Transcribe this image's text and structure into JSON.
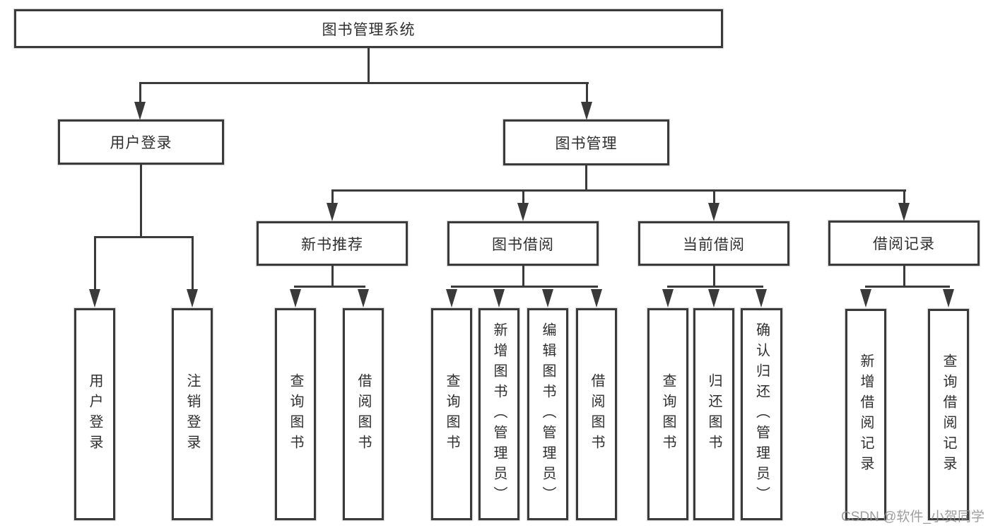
{
  "tree": {
    "root": {
      "label": "图书管理系统"
    },
    "branches": [
      {
        "label": "用户登录",
        "children": [
          {
            "label": "用户登录"
          },
          {
            "label": "注销登录"
          }
        ]
      },
      {
        "label": "图书管理",
        "children": [
          {
            "label": "新书推荐",
            "children": [
              {
                "label": "查询图书"
              },
              {
                "label": "借阅图书"
              }
            ]
          },
          {
            "label": "图书借阅",
            "children": [
              {
                "label": "查询图书"
              },
              {
                "label": "新增图书（管理员）"
              },
              {
                "label": "编辑图书（管理员）"
              },
              {
                "label": "借阅图书"
              }
            ]
          },
          {
            "label": "当前借阅",
            "children": [
              {
                "label": "查询图书"
              },
              {
                "label": "归还图书"
              },
              {
                "label": "确认归还（管理员）"
              }
            ]
          },
          {
            "label": "借阅记录",
            "children": [
              {
                "label": "新增借阅记录"
              },
              {
                "label": "查询借阅记录"
              }
            ]
          }
        ]
      }
    ]
  },
  "watermark": {
    "text": "CSDN @软件_小贺同学"
  },
  "colors": {
    "line": "#3a3a3a",
    "text": "#2f2f2f",
    "background": "#ffffff",
    "watermark": "#919191"
  }
}
